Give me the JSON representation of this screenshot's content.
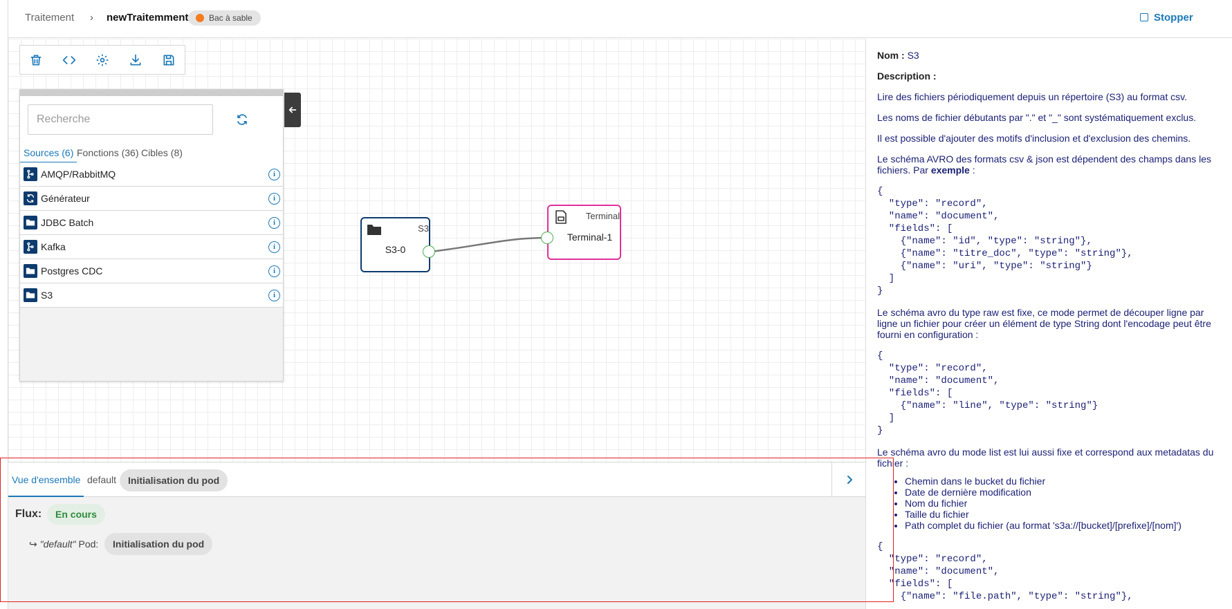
{
  "header": {
    "breadcrumb_root": "Traitement",
    "breadcrumb_sep": "›",
    "breadcrumb_current": "newTraitemment",
    "sandbox_badge": "Bac à sable",
    "stop_label": "Stopper"
  },
  "palette": {
    "search_placeholder": "Recherche",
    "tabs": [
      "Sources (6)",
      "Fonctions (36)",
      "Cibles (8)"
    ],
    "items": [
      {
        "label": "AMQP/RabbitMQ",
        "icon": "stream-icon"
      },
      {
        "label": "Générateur",
        "icon": "generator-icon"
      },
      {
        "label": "JDBC Batch",
        "icon": "folder-icon"
      },
      {
        "label": "Kafka",
        "icon": "stream-icon"
      },
      {
        "label": "Postgres CDC",
        "icon": "folder-icon"
      },
      {
        "label": "S3",
        "icon": "folder-icon"
      }
    ]
  },
  "nodes": {
    "s3": {
      "type": "S3",
      "name": "S3-0"
    },
    "terminal": {
      "type": "Terminal",
      "name": "Terminal-1"
    }
  },
  "bottom": {
    "tab_overview": "Vue d'ensemble",
    "tab_default": "default",
    "tab_chip": "Initialisation du pod",
    "flux_label": "Flux:",
    "flux_status": "En cours",
    "pod_arrow": "↪",
    "pod_name": "\"default\"",
    "pod_label": "Pod:",
    "pod_status": "Initialisation du pod"
  },
  "details": {
    "name_label": "Nom :",
    "name_value": "S3",
    "description_label": "Description :",
    "p1": "Lire des fichiers périodiquement depuis un répertoire (S3) au format csv.",
    "p2": "Les noms de fichier débutants par \".\" et \"_\" sont systématiquement exclus.",
    "p3": "Il est possible d'ajouter des motifs d'inclusion et d'exclusion des chemins.",
    "p4_prefix": "Le schéma AVRO des formats csv & json est dépendent des champs dans les fichiers. Par ",
    "p4_bold": "exemple",
    "p4_suffix": " :",
    "code1": "{\n  \"type\": \"record\",\n  \"name\": \"document\",\n  \"fields\": [\n    {\"name\": \"id\", \"type\": \"string\"},\n    {\"name\": \"titre_doc\", \"type\": \"string\"},\n    {\"name\": \"uri\", \"type\": \"string\"}\n  ]\n}",
    "p5": "Le schéma avro du type raw est fixe, ce mode permet de découper ligne par ligne un fichier pour créer un élément de type String dont l'encodage peut être fourni en configuration :",
    "code2": "{\n  \"type\": \"record\",\n  \"name\": \"document\",\n  \"fields\": [\n    {\"name\": \"line\", \"type\": \"string\"}\n  ]\n}",
    "p6": "Le schéma avro du mode list est lui aussi fixe et correspond aux metadatas du fichier :",
    "list": [
      "Chemin dans le bucket du fichier",
      "Date de dernière modification",
      "Nom du fichier",
      "Taille du fichier",
      "Path complet du fichier (au format 's3a://[bucket]/[prefixe]/[nom]')"
    ],
    "code3": "{\n  \"type\": \"record\",\n  \"name\": \"document\",\n  \"fields\": [\n    {\"name\": \"file.path\", \"type\": \"string\"},"
  },
  "colors": {
    "accent": "#1b78b8",
    "source_node": "#0d3b6e",
    "target_node": "#e0309a",
    "status_running": "#2e8b3d",
    "sandbox_dot": "#f57c1f",
    "highlight_outline": "#e02020"
  }
}
